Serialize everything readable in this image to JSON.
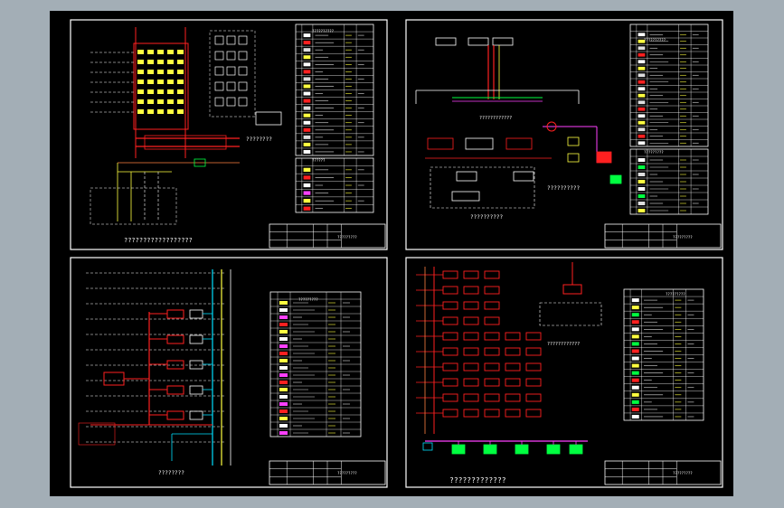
{
  "colors": {
    "desktop": "#a3aeb6",
    "model_space": "#000000",
    "frame": "#ffffff",
    "cad_red": "#ff2020",
    "cad_yellow": "#ffff40",
    "cad_green": "#00ff40",
    "cad_cyan": "#00e0ff",
    "cad_magenta": "#ff40ff",
    "cad_orange": "#ff8040"
  },
  "sheets": [
    {
      "id": "sheet-1",
      "title": "??????????????????",
      "note": "????????",
      "table_heading": "??????????",
      "table_subheading": "??????",
      "title_block": "?????????"
    },
    {
      "id": "sheet-2",
      "title": "??????????",
      "title2": "????????????",
      "note": "??????????",
      "table_heading": "??????????",
      "table_subheading": "?????????",
      "title_block": "?????????"
    },
    {
      "id": "sheet-3",
      "title": "????????",
      "table_heading": "?????????",
      "title_block": "?????????"
    },
    {
      "id": "sheet-4",
      "title": "?????????????",
      "title2": "????????????",
      "table_heading": "?????????",
      "title_block": "?????????"
    }
  ]
}
